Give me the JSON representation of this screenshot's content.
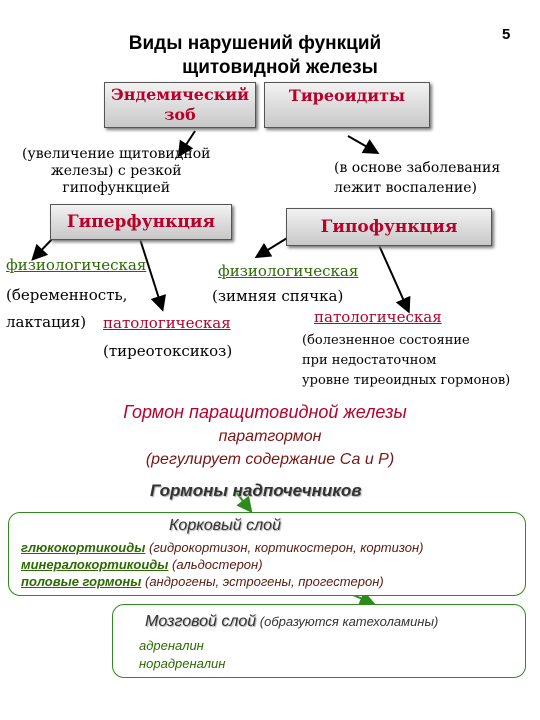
{
  "page_number": "5",
  "title_line1": "Виды нарушений функций",
  "title_line2": "щитовидной железы",
  "box_endemic_line1": "Эндемический",
  "box_endemic_line2": "зоб",
  "box_thyroiditis": "Тиреоидиты",
  "endemic_desc_line1": "(увеличение щитовидной",
  "endemic_desc_line2": "железы) с резкой",
  "endemic_desc_line3": "гипофункцией",
  "thyroiditis_desc_line1": "(в основе заболевания",
  "thyroiditis_desc_line2": "лежит воспаление)",
  "box_hyper": "Гиперфункция",
  "box_hypo": "Гипофункция",
  "hyper_physio": "физиологическая",
  "hyper_physio_desc_line1": "(беременность,",
  "hyper_physio_desc_line2": "лактация)",
  "hyper_patho": "патологическая",
  "hyper_patho_desc": "(тиреотоксикоз)",
  "hypo_physio": "физиологическая",
  "hypo_physio_desc": "(зимняя спячка)",
  "hypo_patho": "патологическая",
  "hypo_patho_desc_line1": "(болезненное состояние",
  "hypo_patho_desc_line2": "при недостаточном",
  "hypo_patho_desc_line3": "уровне тиреоидных гормонов)",
  "parathyroid_title": "Гормон паращитовидной железы",
  "parathyroid_hormone": "паратгормон",
  "parathyroid_role": "(регулирует содержание Са и Р)",
  "adrenal_title": "Гормоны надпочечников",
  "cortex_title": "Корковый слой",
  "cortex_rows": [
    {
      "name": "глюкокортикоиды",
      "detail": " (гидрокортизон, кортикостерон, кортизон)"
    },
    {
      "name": "минералокортикоиды",
      "detail": " (альдостерон)"
    },
    {
      "name": "половые гормоны",
      "detail": " (андрогены, эстрогены, прогестерон)"
    }
  ],
  "medulla_title": "Мозговой слой",
  "medulla_note": " (образуются катехоламины)",
  "medulla_items": [
    "адреналин",
    "норадреналин"
  ],
  "colors": {
    "red": "#b8002a",
    "green": "#2b6a00",
    "box_border": "#2f8a1e"
  }
}
